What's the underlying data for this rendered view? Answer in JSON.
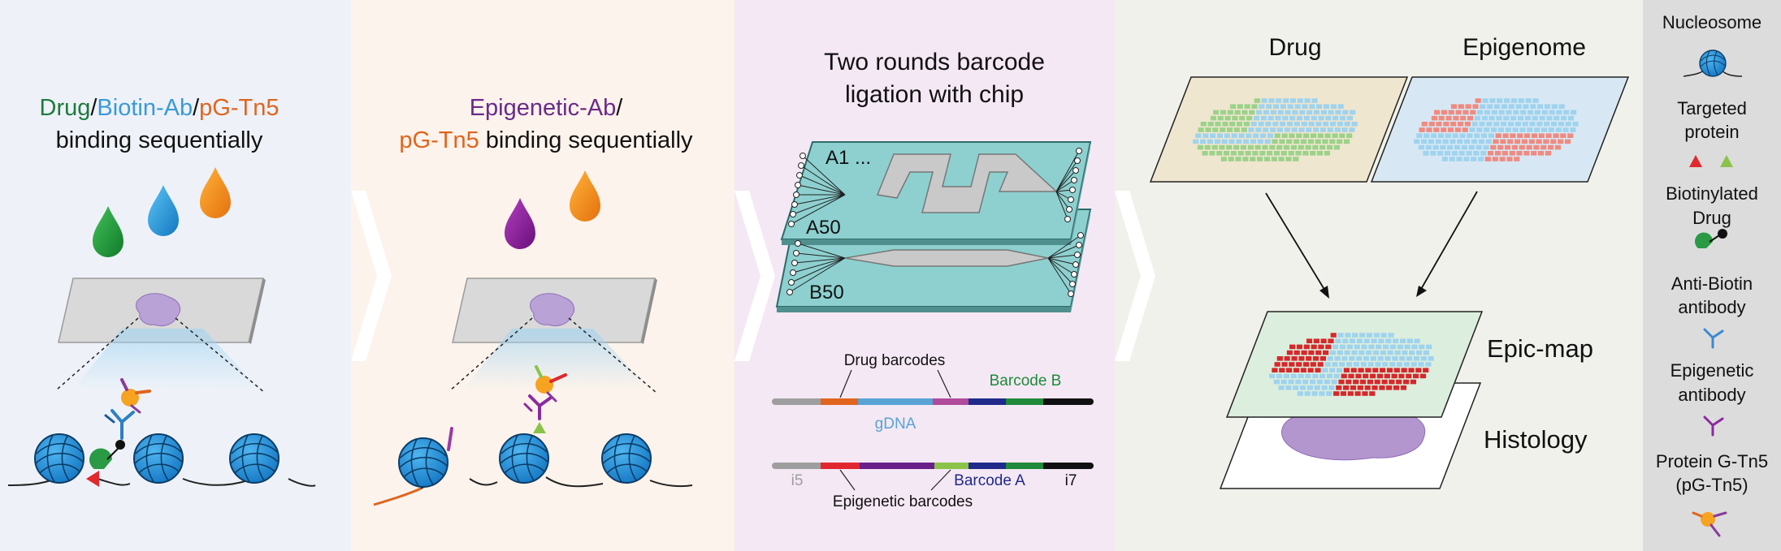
{
  "panel1": {
    "title_drug": "Drug",
    "title_sep1": "/",
    "title_biotin": "Biotin-Ab",
    "title_sep2": "/",
    "title_pgtn5": "pG-Tn5",
    "title_line2": "binding sequentially"
  },
  "panel2": {
    "title_epi": "Epigenetic-Ab",
    "title_sep": "/",
    "title_pgtn5": "pG-Tn5",
    "title_rest": " binding sequentially"
  },
  "panel3": {
    "title_line1": "Two rounds barcode",
    "title_line2": "ligation with chip",
    "chip_a_top": "A1 ...",
    "chip_a_bottom": "A50",
    "chip_b_bottom": "B50",
    "label_drug_barcodes": "Drug barcodes",
    "label_barcode_b": "Barcode B",
    "label_gdna": "gDNA",
    "label_i5": "i5",
    "label_barcode_a": "Barcode A",
    "label_i7": "i7",
    "label_epigenetic_barcodes": "Epigenetic barcodes"
  },
  "panel4": {
    "label_drug": "Drug",
    "label_epigenome": "Epigenome",
    "label_epicmap": "Epic-map",
    "label_histology": "Histology"
  },
  "legend": {
    "nucleosome": "Nucleosome",
    "targeted_1": "Targeted",
    "targeted_2": "protein",
    "biotin_drug_1": "Biotinylated",
    "biotin_drug_2": "Drug",
    "anti_biotin_1": "Anti-Biotin",
    "anti_biotin_2": "antibody",
    "epi_ab_1": "Epigenetic",
    "epi_ab_2": "antibody",
    "pgtn5_1": "Protein G-Tn5",
    "pgtn5_2": "(pG-Tn5)"
  },
  "colors": {
    "drug_green": "#1f7a3c",
    "biotin_blue": "#3a9ad9",
    "pgtn5_orange": "#e0651e",
    "epigenetic_purple": "#6a2a8a",
    "nucleosome_blue": "#1e8fd6",
    "chip_teal": "#8dd0cf",
    "barcode_navy": "#1f2a8a",
    "barcode_green": "#1f8a3a",
    "epi_red": "#e0282e"
  }
}
